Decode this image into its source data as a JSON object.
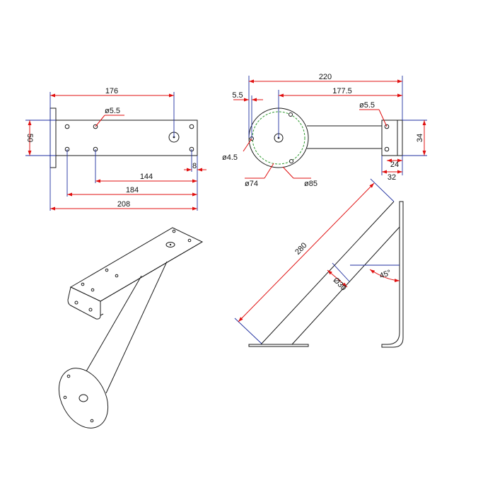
{
  "drawing": {
    "colors": {
      "outline": "#1a1a1a",
      "dimension": "#e01010",
      "extension": "#1f2fa0",
      "bolt_circle": "#2f9a2f"
    },
    "top_view": {
      "dimensions": {
        "overall_length": "208",
        "second_hole_span": "184",
        "third_hole_span": "144",
        "large_hole_position": "176",
        "edge_offset": "8",
        "plate_width": "50",
        "small_hole_dia": "ø5.5"
      }
    },
    "side_view": {
      "dimensions": {
        "total_length": "220",
        "arm_length": "177.5",
        "flange_offset": "5.5",
        "hole_dia_left": "ø4.5",
        "bolt_circle_dia": "ø74",
        "flange_dia": "ø85",
        "hole_dia_right": "ø5.5",
        "bracket_height": "34",
        "hole_offset_24": "24",
        "bracket_depth": "32"
      }
    },
    "front_view": {
      "dimensions": {
        "tube_length": "280",
        "tube_dia": "Ø30",
        "angle": "45°"
      }
    }
  }
}
